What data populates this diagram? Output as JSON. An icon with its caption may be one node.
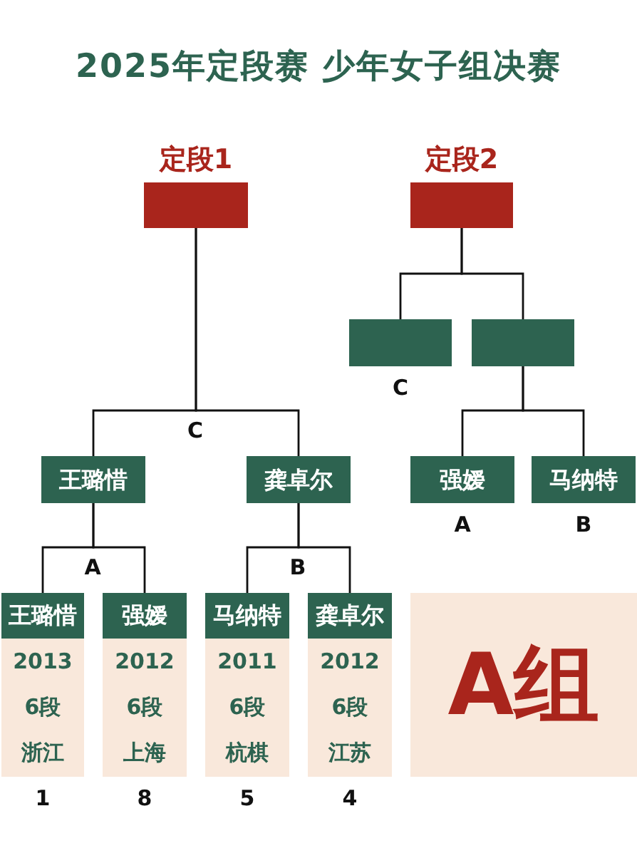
{
  "diagram": {
    "title": "2025年定段赛 少年女子组决赛",
    "nodes": [
      {
        "text": [
          "定段1"
        ]
      },
      {
        "text": [
          "定段2"
        ]
      },
      {
        "text": [],
        "shape": "box",
        "beside": [
          "C"
        ]
      },
      {
        "text": [],
        "shape": "box"
      },
      {
        "text": [
          "王璐惜"
        ]
      },
      {
        "text": [
          "龚卓尔"
        ]
      },
      {
        "text": [
          "强嫒"
        ],
        "beside": [
          "A"
        ]
      },
      {
        "text": [
          "马纳特"
        ],
        "beside": [
          "B"
        ]
      },
      {
        "text": [
          "王璐惜",
          "2013",
          "6段",
          "浙江"
        ],
        "beside": [
          "1"
        ]
      },
      {
        "text": [
          "强嫒",
          "2012",
          "6段",
          "上海"
        ],
        "beside": [
          "8"
        ]
      },
      {
        "text": [
          "马纳特",
          "2011",
          "6段",
          "杭棋"
        ],
        "beside": [
          "5"
        ]
      },
      {
        "text": [
          "龚卓尔",
          "2012",
          "6段",
          "江苏"
        ],
        "beside": [
          "4"
        ]
      },
      {
        "text": [
          "A组"
        ]
      }
    ],
    "edges": [
      {
        "from": 0,
        "to": 4,
        "arrow": "none"
      },
      {
        "from": 0,
        "to": 5,
        "arrow": "none"
      },
      {
        "from": 1,
        "to": 2,
        "arrow": "none"
      },
      {
        "from": 1,
        "to": 3,
        "arrow": "none"
      },
      {
        "from": 3,
        "to": 6,
        "arrow": "none"
      },
      {
        "from": 3,
        "to": 7,
        "arrow": "none"
      },
      {
        "from": 4,
        "to": 8,
        "arrow": "none"
      },
      {
        "from": 4,
        "to": 9,
        "arrow": "none"
      },
      {
        "from": 5,
        "to": 10,
        "arrow": "none"
      },
      {
        "from": 5,
        "to": 11,
        "arrow": "none"
      }
    ],
    "labels": [
      "C",
      "A",
      "B"
    ]
  }
}
